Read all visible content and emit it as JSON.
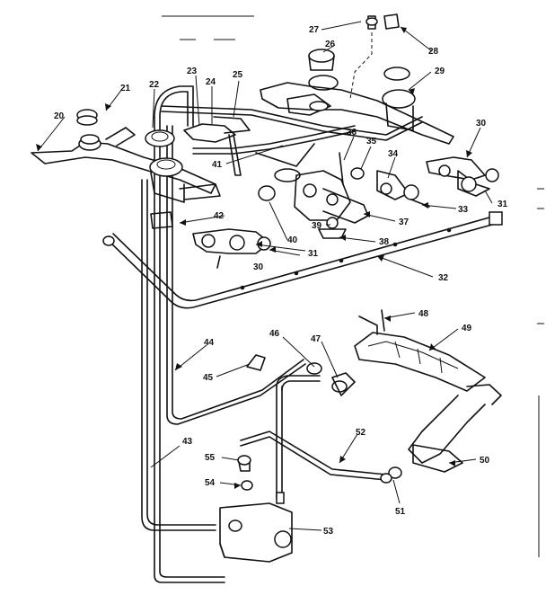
{
  "callouts": [
    "20",
    "21",
    "22",
    "23",
    "24",
    "25",
    "26",
    "27",
    "28",
    "29",
    "30",
    "30",
    "31",
    "31",
    "32",
    "33",
    "34",
    "35",
    "36",
    "37",
    "38",
    "39",
    "40",
    "41",
    "42",
    "43",
    "44",
    "45",
    "46",
    "47",
    "48",
    "49",
    "50",
    "51",
    "52",
    "53",
    "54",
    "55"
  ]
}
